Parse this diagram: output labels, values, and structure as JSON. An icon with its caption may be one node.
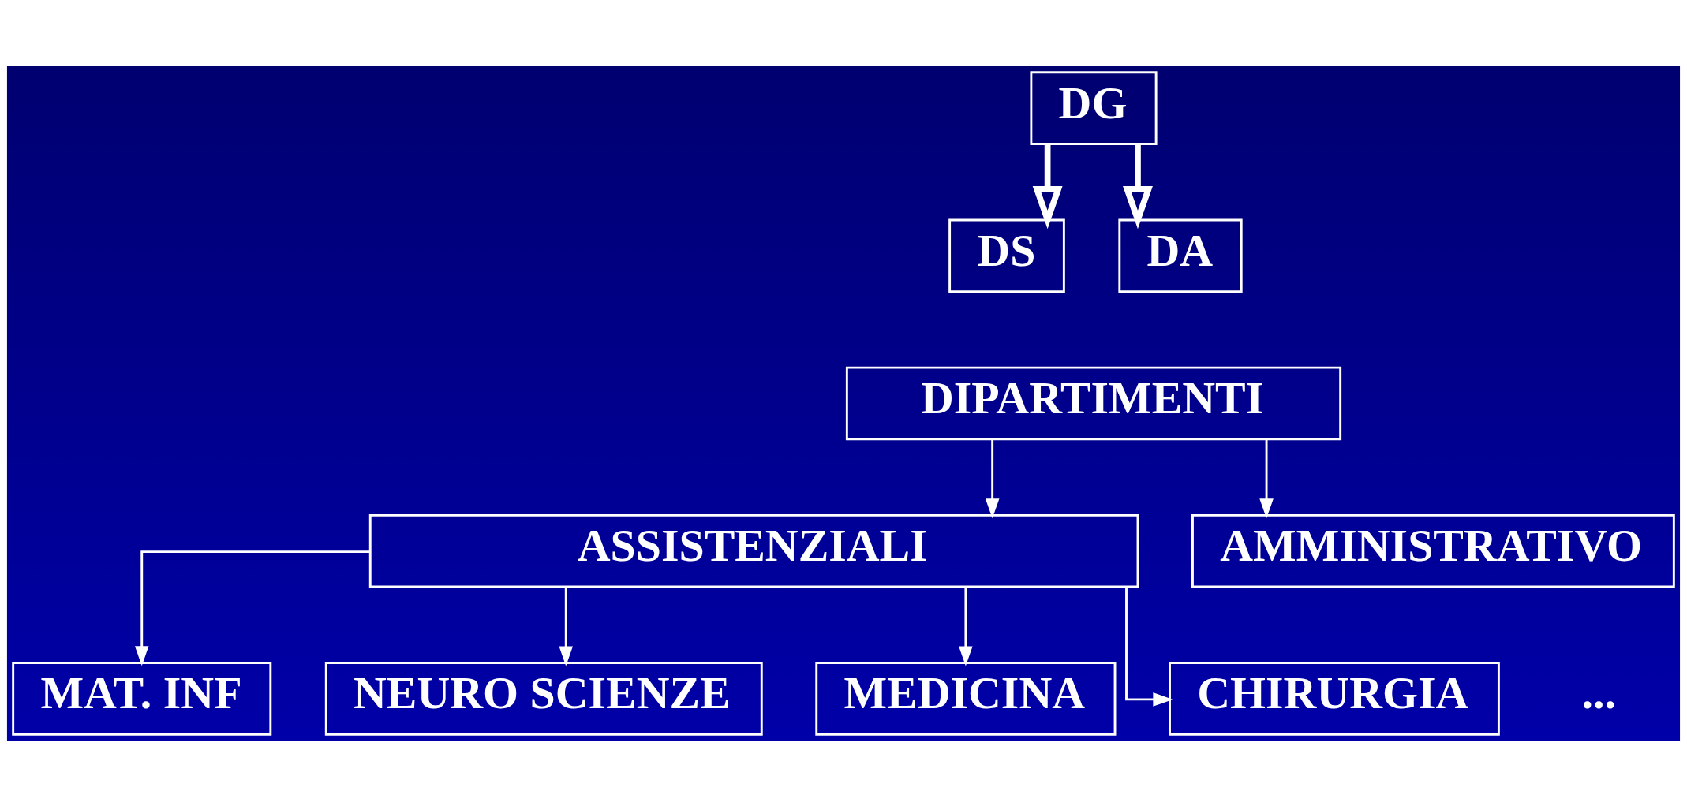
{
  "diagram": {
    "nodes": [
      {
        "text": [
          "DG"
        ]
      },
      {
        "text": [
          "DS"
        ]
      },
      {
        "text": [
          "DA"
        ]
      },
      {
        "text": [
          "DIPARTIMENTI"
        ]
      },
      {
        "text": [
          "ASSISTENZIALI"
        ]
      },
      {
        "text": [
          "AMMINISTRATIVO"
        ]
      },
      {
        "text": [
          "MAT. INF"
        ]
      },
      {
        "text": [
          "NEURO SCIENZE"
        ]
      },
      {
        "text": [
          "MEDICINA"
        ]
      },
      {
        "text": [
          "CHIRURGIA"
        ]
      }
    ],
    "edges": [
      {
        "from": 0,
        "to": 1,
        "arrow": "to",
        "style": "thick"
      },
      {
        "from": 0,
        "to": 2,
        "arrow": "to",
        "style": "thick"
      },
      {
        "from": 3,
        "to": 4,
        "arrow": "to"
      },
      {
        "from": 3,
        "to": 5,
        "arrow": "to"
      },
      {
        "from": 4,
        "to": 6,
        "arrow": "to"
      },
      {
        "from": 4,
        "to": 7,
        "arrow": "to"
      },
      {
        "from": 4,
        "to": 8,
        "arrow": "to"
      },
      {
        "from": 4,
        "to": 9,
        "arrow": "to"
      }
    ],
    "labels": [
      "..."
    ]
  }
}
